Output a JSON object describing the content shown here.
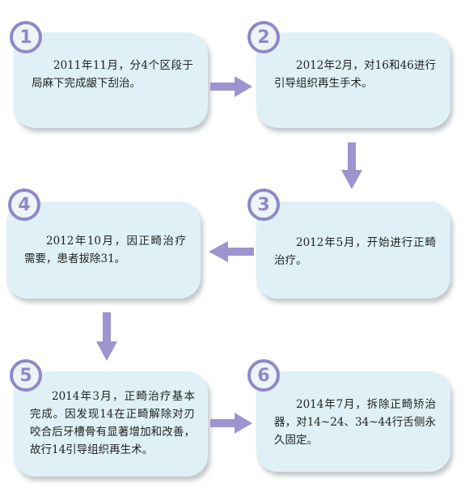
{
  "steps": [
    {
      "num": "1",
      "text": "2011年11月，分4个区段于局麻下完成龈下刮治。"
    },
    {
      "num": "2",
      "text": "2012年2月，对16和46进行引导组织再生手术。"
    },
    {
      "num": "3",
      "text": "2012年5月，开始进行正畸治疗。"
    },
    {
      "num": "4",
      "text": "2012年10月，因正畸治疗需要，患者拔除31。"
    },
    {
      "num": "5",
      "text": "2014年3月，正畸治疗基本完成。因发现14在正畸解除对刃咬合后牙槽骨有显著增加和改善，故行14引导组织再生术。"
    },
    {
      "num": "6",
      "text": "2014年7月，拆除正畸矫治器，对14~24、34~44行舌侧永久固定。"
    }
  ],
  "colors": {
    "card_bg": "#dff1f6",
    "badge_ring": "#8f87c9",
    "arrow": "#9c95cf"
  }
}
